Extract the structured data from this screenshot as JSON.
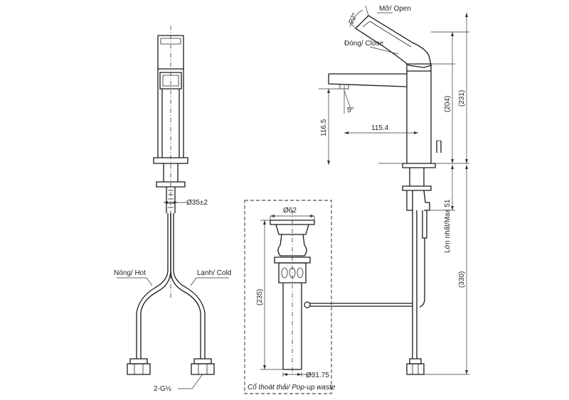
{
  "labels": {
    "open": "Mở/ Open",
    "close": "Đóng/ Close",
    "hot": "Nóng/ Hot",
    "cold": "Lạnh/ Cold",
    "thread": "2-G½",
    "popup_waste": "Cổ thoát thải/ Pop-up waste",
    "max51": "Lớn nhất/Max 51"
  },
  "dimensions": {
    "angle_open": "22°",
    "angle_spout": "5°",
    "height_204": "(204)",
    "height_231": "(231)",
    "height_330": "(330)",
    "spout_height": "116.5",
    "spout_reach": "115.4",
    "base_dia": "Ø35±2",
    "waste_top_dia": "Ø62",
    "waste_length": "(235)",
    "waste_bottom_dia": "Ø31.75"
  }
}
